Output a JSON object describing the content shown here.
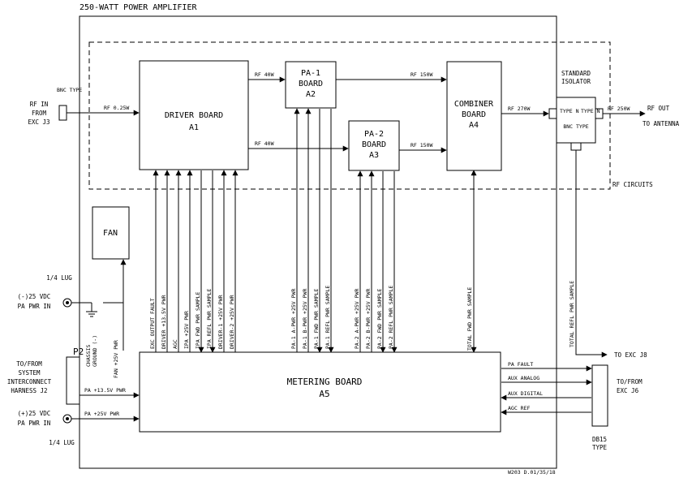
{
  "title": "250-WATT POWER AMPLIFIER",
  "drawing_number": "W203 D.01/35/18",
  "rf_circuits_label": "RF CIRCUITS",
  "blocks": {
    "driver": {
      "line1": "DRIVER BOARD",
      "line2": "A1"
    },
    "pa1": {
      "line1": "PA-1",
      "line2": "BOARD",
      "line3": "A2"
    },
    "pa2": {
      "line1": "PA-2",
      "line2": "BOARD",
      "line3": "A3"
    },
    "combiner": {
      "line1": "COMBINER",
      "line2": "BOARD",
      "line3": "A4"
    },
    "metering": {
      "line1": "METERING BOARD",
      "line2": "A5"
    },
    "fan": "FAN"
  },
  "isolator": {
    "title1": "STANDARD",
    "title2": "ISOLATOR",
    "left_type": "TYPE N",
    "right_type": "TYPE N",
    "bnc_type": "BNC TYPE"
  },
  "rf_in": {
    "connector": "BNC TYPE",
    "line1": "RF IN",
    "line2": "FROM",
    "line3": "EXC J3"
  },
  "rf_out": {
    "line1": "RF OUT",
    "line2": "TO ANTENNA"
  },
  "signals": {
    "rf_in_level": "RF 0.25W",
    "rf_to_pa1": "RF 40W",
    "rf_to_pa2": "RF 40W",
    "pa1_out": "RF 150W",
    "pa2_out": "RF 150W",
    "combiner_out": "RF 270W",
    "output": "RF 250W"
  },
  "driver_lines": [
    "EXC OUTPUT FAULT",
    "DRIVER +13.5V PWR",
    "AGC",
    "IPA +25V PWR",
    "IPA FWD PWR SAMPLE",
    "IPA REFL PWR SAMPLE",
    "DRIVER-1 +25V PWR",
    "DRIVER-2 +25V PWR"
  ],
  "pa1_lines": [
    "PA-1 A-PWR +25V PWR",
    "PA-1 B-PWR +25V PWR",
    "PA-1 FWD PWR SAMPLE",
    "PA-1 REFL PWR SAMPLE"
  ],
  "pa2_lines": [
    "PA-2 A-PWR +25V PWR",
    "PA-2 B-PWR +25V PWR",
    "PA-2 FWD PWR SAMPLE",
    "PA-2 REFL PWR SAMPLE"
  ],
  "combiner_line": "TOTAL FWD PWR SAMPLE",
  "isolator_line": "TOTAL REFL PWR SAMPLE",
  "neg_supply": {
    "lug": "1/4 LUG",
    "line1": "(-)25 VDC",
    "line2": "PA PWR IN"
  },
  "pos_supply": {
    "line1": "(+)25 VDC",
    "line2": "PA PWR IN",
    "lug": "1/4 LUG"
  },
  "chassis": {
    "line1": "CHASSIS",
    "line2": "GROUND (-)",
    "fan_pwr": "FAN +25V PWR"
  },
  "p2": {
    "id": "P2",
    "line1": "TO/FROM",
    "line2": "SYSTEM",
    "line3": "INTERCONNECT",
    "line4": "HARNESS J2"
  },
  "pa_13v": "PA +13.5V PWR",
  "pa_25v": "PA +25V PWR",
  "exc_j8_arrow": "TO EXC J8",
  "exc_j6": {
    "line1": "TO/FROM",
    "line2": "EXC J6",
    "type1": "DB15",
    "type2": "TYPE"
  },
  "metering_outputs": [
    "PA FAULT",
    "AUX ANALOG",
    "AUX DIGITAL",
    "AGC REF"
  ]
}
